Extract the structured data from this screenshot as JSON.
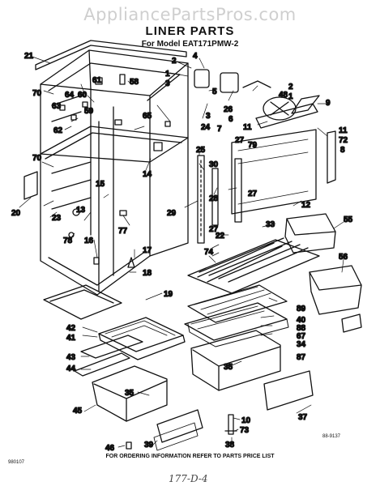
{
  "watermark": "AppliancePartsPros.com",
  "title": "LINER PARTS",
  "model": "For Model EAT171PMW-2",
  "footer": "FOR ORDERING INFORMATION REFER TO PARTS PRICE LIST",
  "code_left": "980107",
  "code_right": "88-9137",
  "handwritten": "177-D-4",
  "callouts": [
    {
      "id": "c21",
      "text": "21"
    },
    {
      "id": "c2a",
      "text": "2"
    },
    {
      "id": "c4",
      "text": "4"
    },
    {
      "id": "c1a",
      "text": "1"
    },
    {
      "id": "c3a",
      "text": "3"
    },
    {
      "id": "c64",
      "text": "64"
    },
    {
      "id": "c60",
      "text": "60"
    },
    {
      "id": "c61",
      "text": "61"
    },
    {
      "id": "c58",
      "text": "58"
    },
    {
      "id": "c2b",
      "text": "2"
    },
    {
      "id": "c48",
      "text": "48"
    },
    {
      "id": "c1b",
      "text": "1"
    },
    {
      "id": "c5",
      "text": "5"
    },
    {
      "id": "c70a",
      "text": "70"
    },
    {
      "id": "c63",
      "text": "63"
    },
    {
      "id": "c59",
      "text": "59"
    },
    {
      "id": "c3b",
      "text": "3"
    },
    {
      "id": "c26",
      "text": "26"
    },
    {
      "id": "c6",
      "text": "6"
    },
    {
      "id": "c9",
      "text": "9"
    },
    {
      "id": "c62",
      "text": "62"
    },
    {
      "id": "c65",
      "text": "65"
    },
    {
      "id": "c24",
      "text": "24"
    },
    {
      "id": "c11a",
      "text": "11"
    },
    {
      "id": "c7",
      "text": "7"
    },
    {
      "id": "c11b",
      "text": "11"
    },
    {
      "id": "c72",
      "text": "72"
    },
    {
      "id": "c27a",
      "text": "27"
    },
    {
      "id": "c79",
      "text": "79"
    },
    {
      "id": "c8",
      "text": "8"
    },
    {
      "id": "c25",
      "text": "25"
    },
    {
      "id": "c70b",
      "text": "70"
    },
    {
      "id": "c14",
      "text": "14"
    },
    {
      "id": "c30",
      "text": "30"
    },
    {
      "id": "c15",
      "text": "15"
    },
    {
      "id": "c27b",
      "text": "27"
    },
    {
      "id": "c28",
      "text": "28"
    },
    {
      "id": "c12",
      "text": "12"
    },
    {
      "id": "c20",
      "text": "20"
    },
    {
      "id": "c13",
      "text": "13"
    },
    {
      "id": "c29",
      "text": "29"
    },
    {
      "id": "c23",
      "text": "23"
    },
    {
      "id": "c77",
      "text": "77"
    },
    {
      "id": "c22",
      "text": "22"
    },
    {
      "id": "c33",
      "text": "33"
    },
    {
      "id": "c78",
      "text": "78"
    },
    {
      "id": "c27c",
      "text": "27"
    },
    {
      "id": "c55",
      "text": "55"
    },
    {
      "id": "c16",
      "text": "16"
    },
    {
      "id": "c17",
      "text": "17"
    },
    {
      "id": "c74",
      "text": "74"
    },
    {
      "id": "c56",
      "text": "56"
    },
    {
      "id": "c18",
      "text": "18"
    },
    {
      "id": "c19",
      "text": "19"
    },
    {
      "id": "c89",
      "text": "89"
    },
    {
      "id": "c40",
      "text": "40"
    },
    {
      "id": "c42",
      "text": "42"
    },
    {
      "id": "c88",
      "text": "88"
    },
    {
      "id": "c41",
      "text": "41"
    },
    {
      "id": "c67",
      "text": "67"
    },
    {
      "id": "c34",
      "text": "34"
    },
    {
      "id": "c43",
      "text": "43"
    },
    {
      "id": "c87",
      "text": "87"
    },
    {
      "id": "c44",
      "text": "44"
    },
    {
      "id": "c35a",
      "text": "35"
    },
    {
      "id": "c35b",
      "text": "35"
    },
    {
      "id": "c45",
      "text": "45"
    },
    {
      "id": "c37",
      "text": "37"
    },
    {
      "id": "c10",
      "text": "10"
    },
    {
      "id": "c73",
      "text": "73"
    },
    {
      "id": "c46",
      "text": "46"
    },
    {
      "id": "c39",
      "text": "39"
    },
    {
      "id": "c38",
      "text": "38"
    }
  ]
}
